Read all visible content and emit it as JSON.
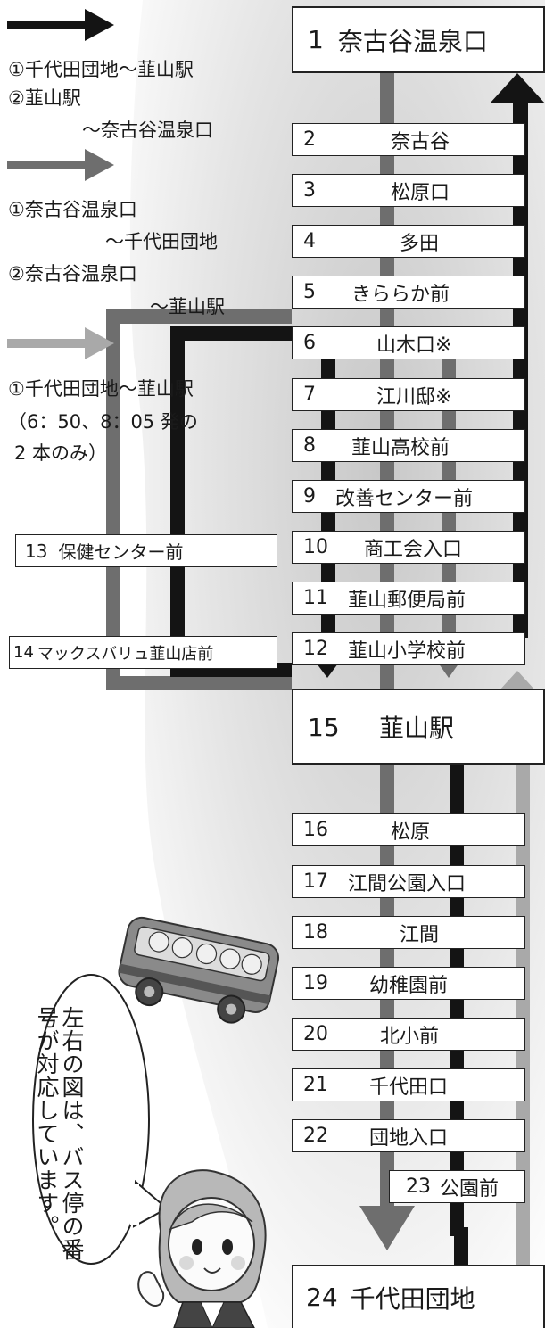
{
  "colors": {
    "black": "#141414",
    "dark": "#6e6e6e",
    "light": "#a9a9a9",
    "bg_shade": "#d9d9d9"
  },
  "legend": [
    {
      "line": "black",
      "lines": [
        "①千代田団地～韮山駅",
        "②韮山駅",
        "～奈古谷温泉口"
      ]
    },
    {
      "line": "dark",
      "lines": [
        "①奈古谷温泉口",
        "～千代田団地",
        "②奈古谷温泉口",
        "～韮山駅"
      ]
    },
    {
      "line": "light",
      "lines": [
        "①千代田団地～韮山駅",
        "（6：50、8：05 発の",
        "2 本のみ）"
      ]
    }
  ],
  "stops": [
    {
      "num": "1",
      "name": "奈古谷温泉口"
    },
    {
      "num": "2",
      "name": "奈古谷"
    },
    {
      "num": "3",
      "name": "松原口"
    },
    {
      "num": "4",
      "name": "多田"
    },
    {
      "num": "5",
      "name": "きららか前"
    },
    {
      "num": "6",
      "name": "山木口※"
    },
    {
      "num": "7",
      "name": "江川邸※"
    },
    {
      "num": "8",
      "name": "韮山高校前"
    },
    {
      "num": "9",
      "name": "改善センター前"
    },
    {
      "num": "10",
      "name": "商工会入口"
    },
    {
      "num": "11",
      "name": "韮山郵便局前"
    },
    {
      "num": "12",
      "name": "韮山小学校前"
    },
    {
      "num": "13",
      "name": "保健センター前"
    },
    {
      "num": "14",
      "name": "マックスバリュ韮山店前"
    },
    {
      "num": "15",
      "name": "韮山駅"
    },
    {
      "num": "16",
      "name": "松原"
    },
    {
      "num": "17",
      "name": "江間公園入口"
    },
    {
      "num": "18",
      "name": "江間"
    },
    {
      "num": "19",
      "name": "幼稚園前"
    },
    {
      "num": "20",
      "name": "北小前"
    },
    {
      "num": "21",
      "name": "千代田口"
    },
    {
      "num": "22",
      "name": "団地入口"
    },
    {
      "num": "23",
      "name": "公園前"
    },
    {
      "num": "24",
      "name": "千代田団地"
    }
  ],
  "speech": "左右の図は、バス停の番号が対応しています。"
}
